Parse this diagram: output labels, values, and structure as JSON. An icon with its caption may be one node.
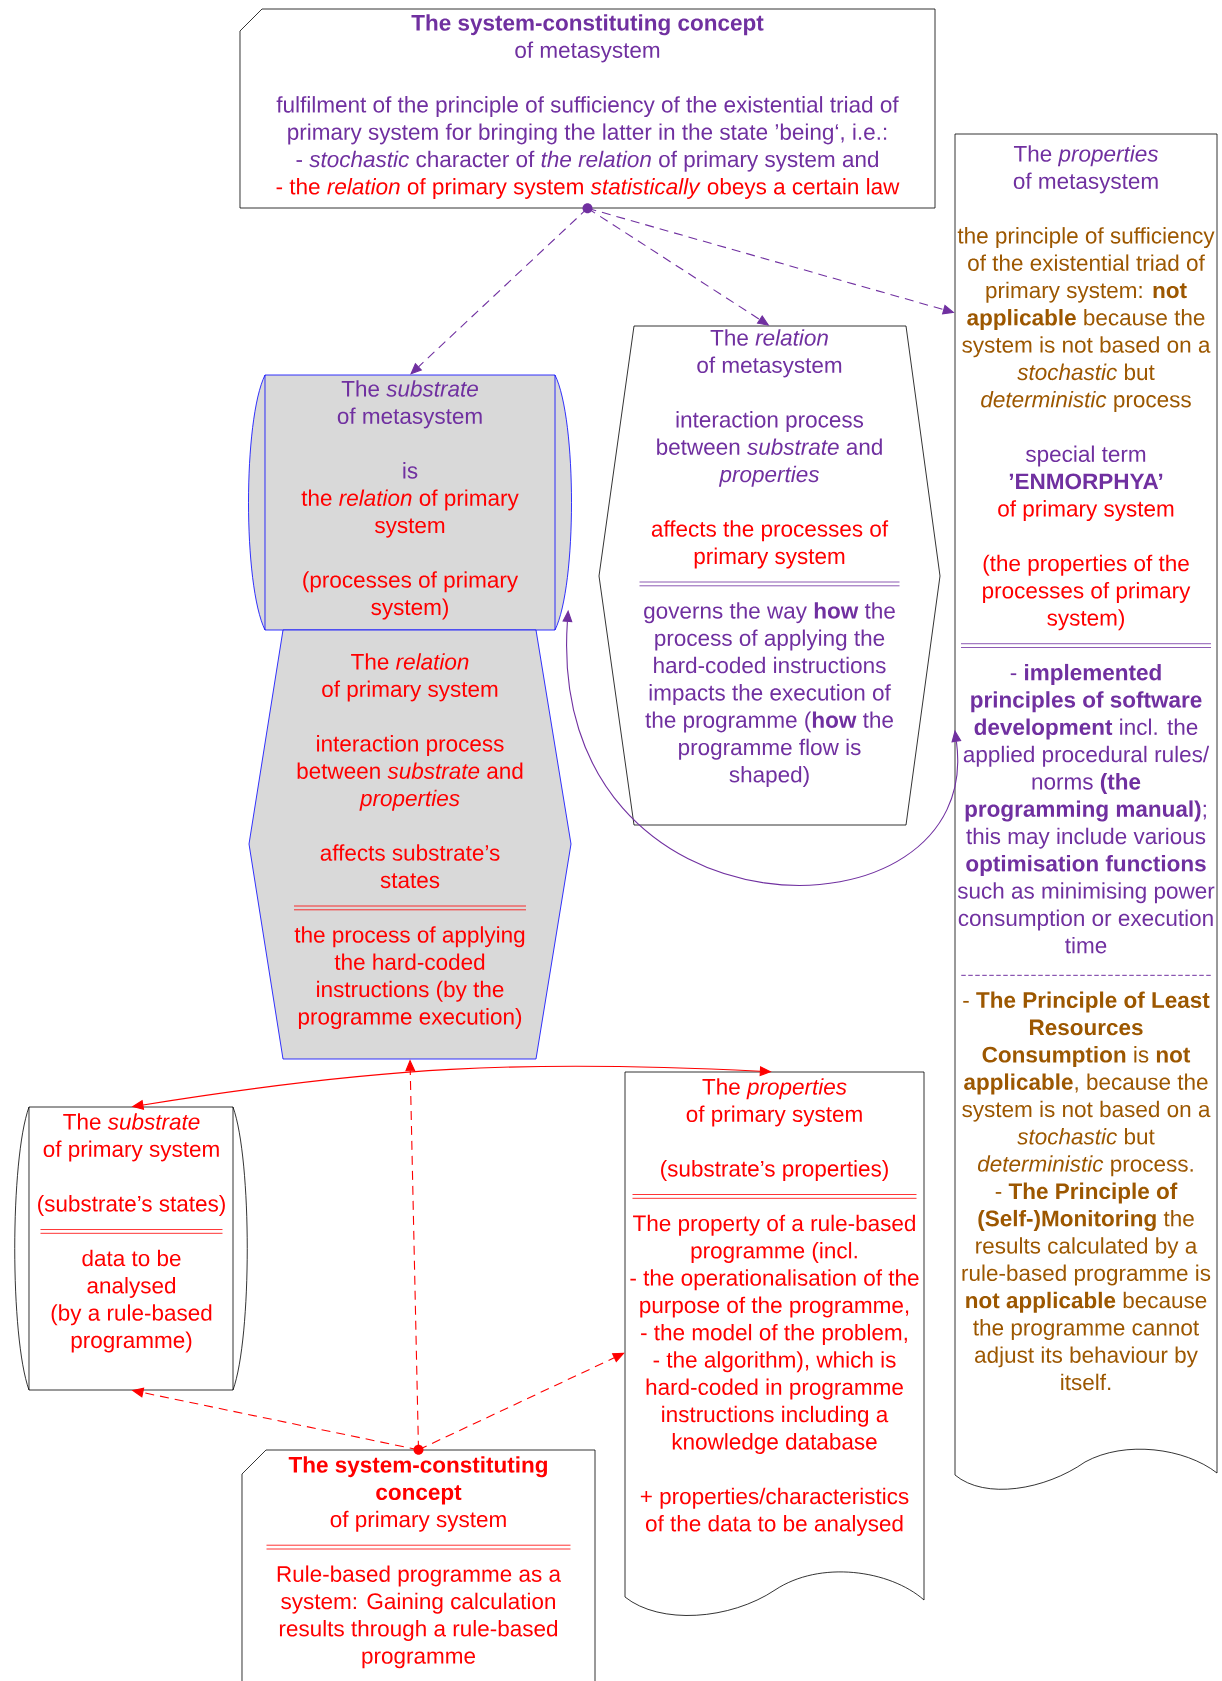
{
  "diagram": {
    "nodes": [
      {
        "text": [
          "The system-constituting concept",
          "of metasystem",
          "fulfilment of the principle of sufficiency of the existential triad of primary system for bringing the latter in the state ’being‘, i.e.:",
          "- *stochastic* character of *the relation* of primary system and",
          "- the *relation* of primary system *statistically* obeys a certain law"
        ]
      },
      {
        "text": [
          "The *substrate*",
          "of metasystem",
          "is",
          "the *relation* of primary system",
          "(processes of primary system)"
        ]
      },
      {
        "text": [
          "The *relation*",
          "of primary system",
          "interaction process between *substrate* and *properties*",
          "affects substrate’s states",
          "the process of applying the hard-coded instructions (by the programme execution)"
        ]
      },
      {
        "text": [
          "The *relation*",
          "of metasystem",
          "interaction process between *substrate* and *properties*",
          "affects the processes of primary system",
          "governs the way **how** the process of applying the hard-coded instructions impacts the execution of the programme (**how** the programme flow is shaped)"
        ]
      },
      {
        "text": [
          "The *properties*",
          "of metasystem",
          "the principle of sufficiency of the existential triad of primary system: **not applicable** because the system is not based on a *stochastic* but *deterministic* process",
          "special term",
          "’ENMORPHYA’",
          "of primary system",
          "(the properties of the processes of primary system)",
          "- **implemented principles of software development** incl. the applied procedural rules/ norms **(the programming manual)**; this may include various **optimisation functions** such as minimising power consumption or execution time",
          "- **The Principle of Least Resources Consumption** is **not applicable**, because the system is not based on a *stochastic* but *deterministic* process.",
          "- **The Principle of (Self-)Monitoring** the results calculated by a rule-based programme is **not applicable** because the programme cannot adjust its behaviour by itself."
        ]
      },
      {
        "text": [
          "The *substrate*",
          "of primary system",
          "(substrate’s states)",
          "data to be analysed",
          "(by a rule-based programme)"
        ]
      },
      {
        "text": [
          "The *properties*",
          "of primary system",
          "(substrate’s properties)",
          "The property of a rule-based programme (incl.",
          "- the operationalisation of the purpose of the programme,",
          "- the model of the problem,",
          "- the algorithm), which is hard-coded in programme instructions including a knowledge database",
          "+ properties/characteristics of the data to be analysed"
        ]
      },
      {
        "text": [
          "The system-constituting concept",
          "of primary system",
          "Rule-based programme as a system: Gaining calculation results through a rule-based programme"
        ]
      }
    ],
    "edges": [
      {
        "from": 0,
        "to": 1,
        "arrow": "to",
        "style": "dashed",
        "color": "#7030a0"
      },
      {
        "from": 0,
        "to": 3,
        "arrow": "to",
        "style": "dashed",
        "color": "#7030a0"
      },
      {
        "from": 0,
        "to": 4,
        "arrow": "to",
        "style": "dashed",
        "color": "#7030a0"
      },
      {
        "from": 1,
        "to": 4,
        "arrow": "both",
        "color": "#7030a0"
      },
      {
        "from": 5,
        "to": 6,
        "arrow": "both",
        "color": "#ff0000"
      },
      {
        "from": 7,
        "to": 2,
        "arrow": "to",
        "style": "dashed",
        "color": "#ff0000"
      },
      {
        "from": 7,
        "to": 5,
        "arrow": "to",
        "style": "dashed",
        "color": "#ff0000"
      },
      {
        "from": 7,
        "to": 6,
        "arrow": "to",
        "style": "dashed",
        "color": "#ff0000"
      }
    ]
  }
}
